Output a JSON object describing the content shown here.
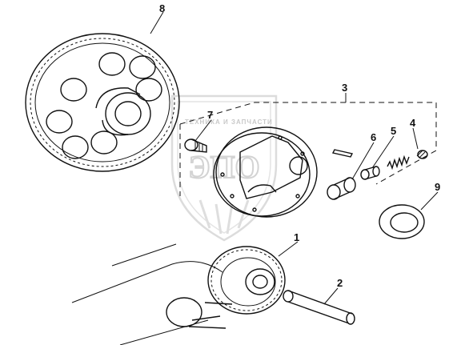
{
  "watermark": {
    "top_text": "ТЕХНИКА И ЗАПЧАСТИ",
    "logo_text": "ЭПО"
  },
  "callouts": [
    {
      "id": "1",
      "label": "1"
    },
    {
      "id": "2",
      "label": "2"
    },
    {
      "id": "3",
      "label": "3"
    },
    {
      "id": "4",
      "label": "4"
    },
    {
      "id": "5",
      "label": "5"
    },
    {
      "id": "6",
      "label": "6"
    },
    {
      "id": "7",
      "label": "7"
    },
    {
      "id": "8",
      "label": "8"
    },
    {
      "id": "9",
      "label": "9"
    }
  ]
}
